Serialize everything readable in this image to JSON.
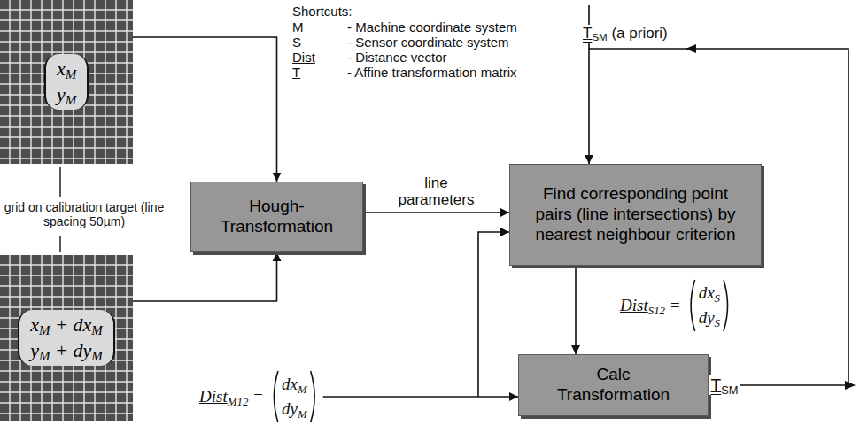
{
  "diagram": {
    "nodes": [
      {
        "text": [
          "xM",
          "yM"
        ]
      },
      {
        "text": [
          "xM + dxM",
          "yM + dyM"
        ]
      },
      {
        "text": [
          "Hough- Transformation"
        ]
      },
      {
        "text": [
          "Find corresponding point pairs (line intersections) by nearest neighbour criterion"
        ]
      },
      {
        "text": [
          "Calc Transformation"
        ]
      }
    ],
    "edges": [
      {
        "from": 0,
        "to": 2,
        "arrow": "to"
      },
      {
        "from": 1,
        "to": 2,
        "arrow": "to"
      },
      {
        "from": 2,
        "to": 3,
        "label": "line parameters",
        "arrow": "to"
      },
      {
        "from": 3,
        "to": 4,
        "arrow": "to"
      },
      {
        "from": 4,
        "to": 3,
        "label": "TSM",
        "arrow": "to"
      }
    ],
    "labels": [
      "Shortcuts:",
      "M",
      "- Machine coordinate system",
      "S",
      "- Sensor coordinate system",
      "Dist",
      "- Distance vector",
      "T",
      "- Affine transformation matrix",
      "TSM (a priori)",
      "grid on calibration target (line spacing 50µm)",
      "DistS12 =",
      "dxS",
      "dyS",
      "DistM12 =",
      "dxM",
      "dyM"
    ]
  }
}
